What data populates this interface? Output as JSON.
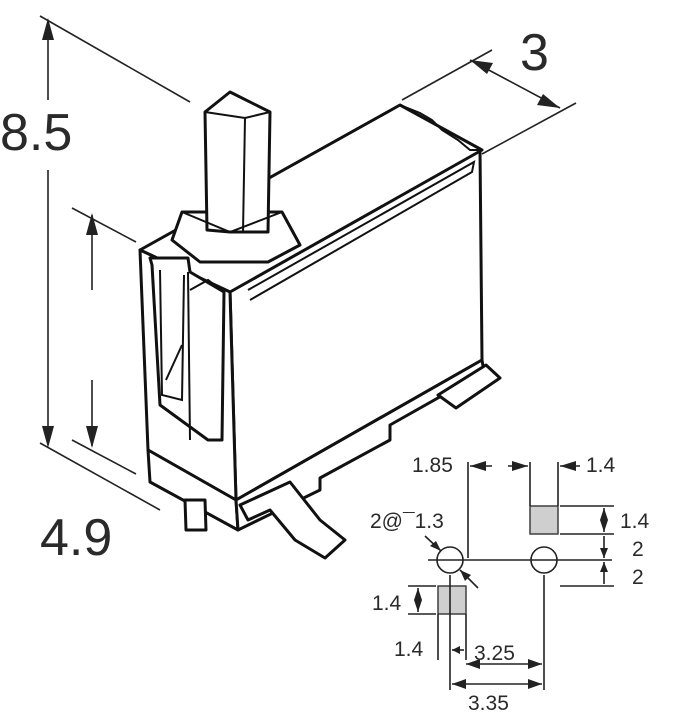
{
  "dimensions": {
    "height": "8.5",
    "width": "3",
    "depth": "4.9"
  },
  "footprint": {
    "pitch_left": "1.85",
    "pad_size_top": "1.4",
    "pad_height_right": "1.4",
    "hole_spec": "2@¯1.3",
    "spacing_upper": "2",
    "spacing_lower": "2",
    "pad_height_left": "1.4",
    "pad_width_bottom": "1.4",
    "hole_distance": "3.25",
    "overall": "3.35"
  }
}
